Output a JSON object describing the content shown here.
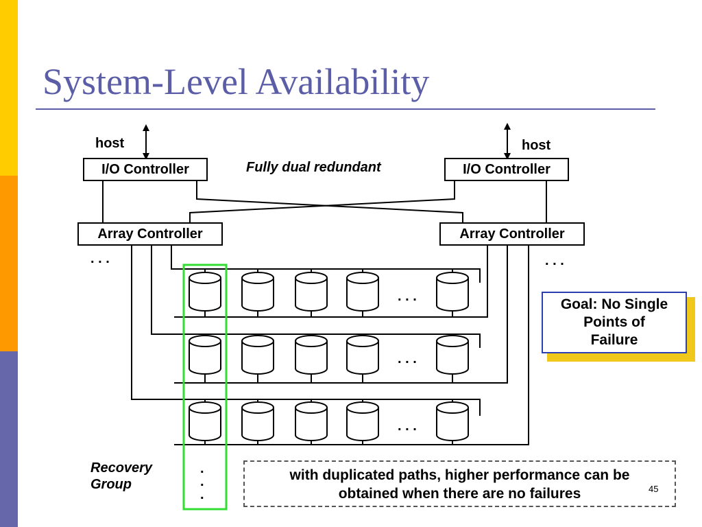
{
  "slide": {
    "title": "System-Level Availability",
    "page_number": "45",
    "side_band_colors": [
      "#ffcc00",
      "#ff9900",
      "#6666aa"
    ]
  },
  "diagram": {
    "host_left": "host",
    "host_right": "host",
    "io_controller_left": "I/O Controller",
    "io_controller_right": "I/O Controller",
    "redundancy_label": "Fully dual redundant",
    "array_controller_left": "Array Controller",
    "array_controller_right": "Array Controller",
    "ellipsis_left": ". . .",
    "ellipsis_right": ". . .",
    "row_ellipsis": ". . .",
    "recovery_group_line1": "Recovery",
    "recovery_group_line2": "Group",
    "vertical_dots": [
      ".",
      ".",
      "."
    ],
    "disk_rows": 3,
    "disks_per_row": 5
  },
  "callouts": {
    "goal_line1": "Goal: No Single",
    "goal_line2": "Points of",
    "goal_line3": "Failure",
    "note_line1": "with duplicated paths, higher performance can be",
    "note_line2": "obtained when there are no failures"
  }
}
